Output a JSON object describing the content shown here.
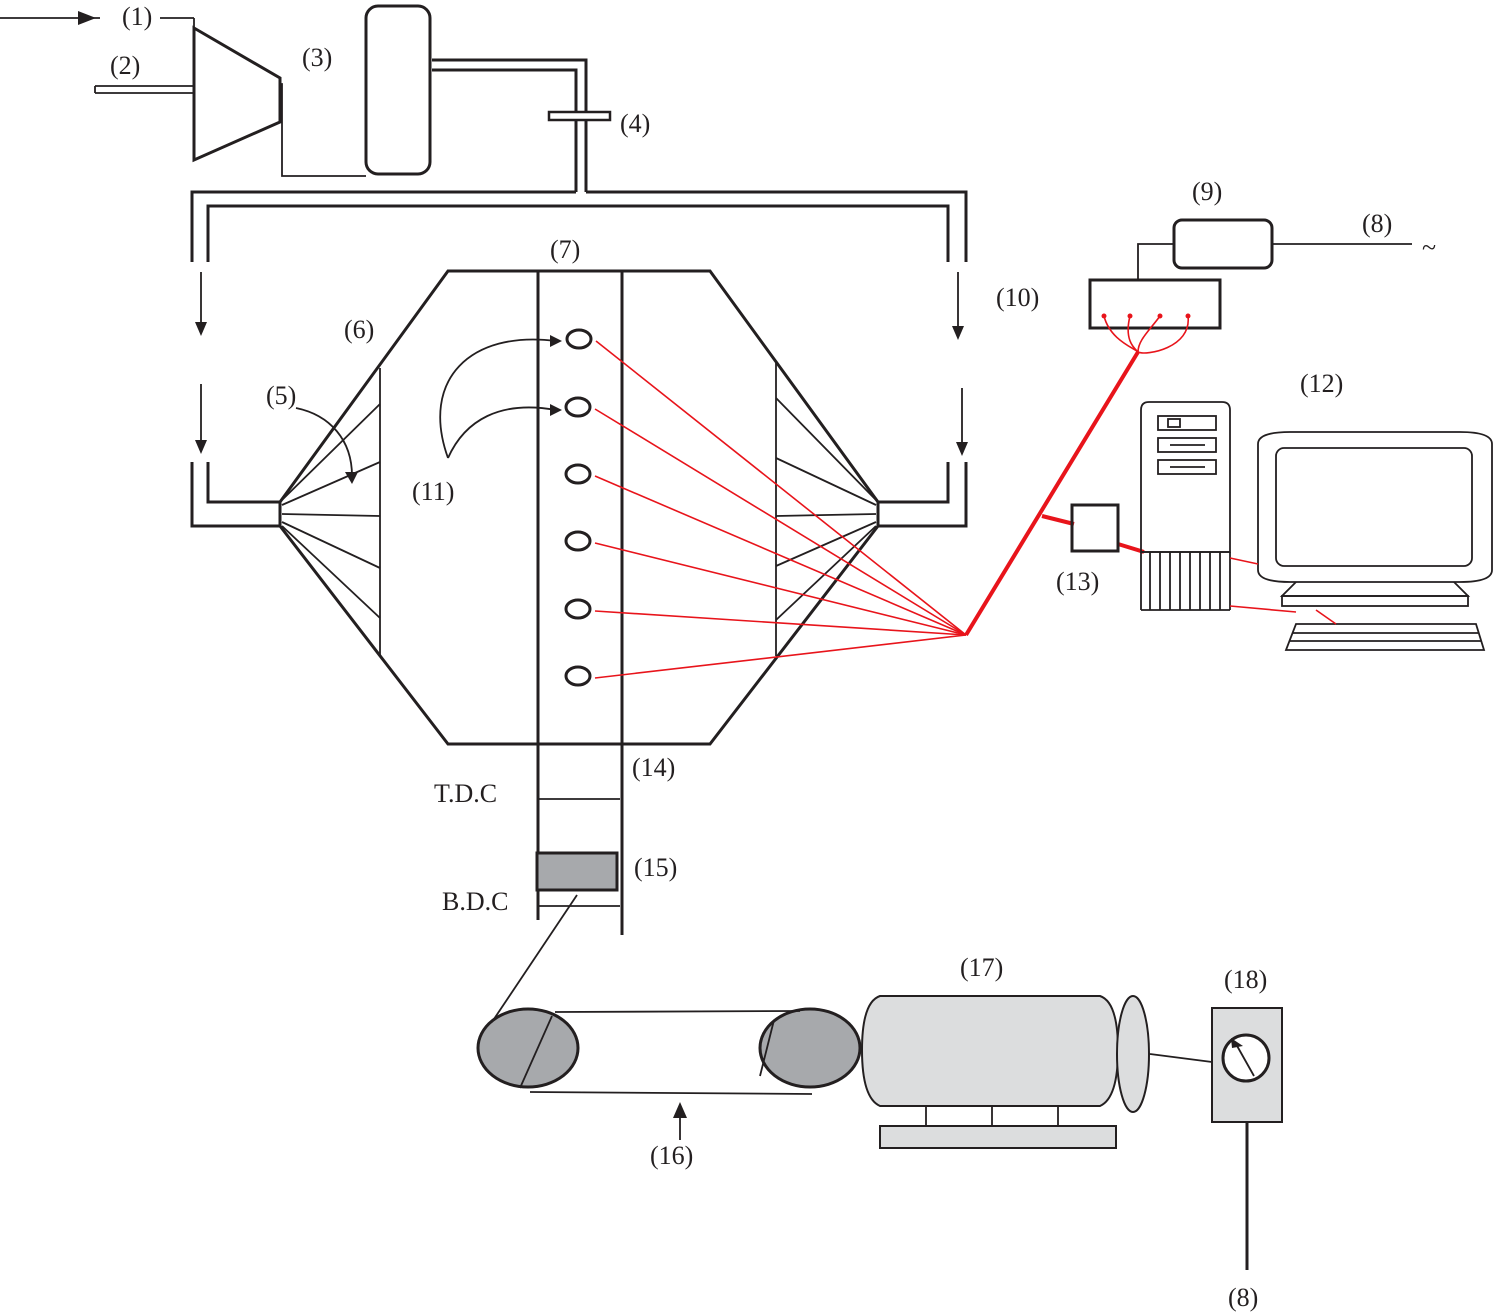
{
  "labels": {
    "n1": "(1)",
    "n2": "(2)",
    "n3": "(3)",
    "n4": "(4)",
    "n5": "(5)",
    "n6": "(6)",
    "n7": "(7)",
    "n8_top": "(8)",
    "n8_bottom": "(8)",
    "n9": "(9)",
    "n10": "(10)",
    "n11": "(11)",
    "n12": "(12)",
    "n13": "(13)",
    "n14": "(14)",
    "n15": "(15)",
    "n16": "(16)",
    "n17": "(17)",
    "n18": "(18)",
    "tdc": "T.D.C",
    "bdc": "B.D.C",
    "ac_symbol": "~"
  },
  "colors": {
    "line": "#231f20",
    "signal": "#e8141b",
    "piston": "#a7a9ac",
    "motor": "#dcddde"
  }
}
